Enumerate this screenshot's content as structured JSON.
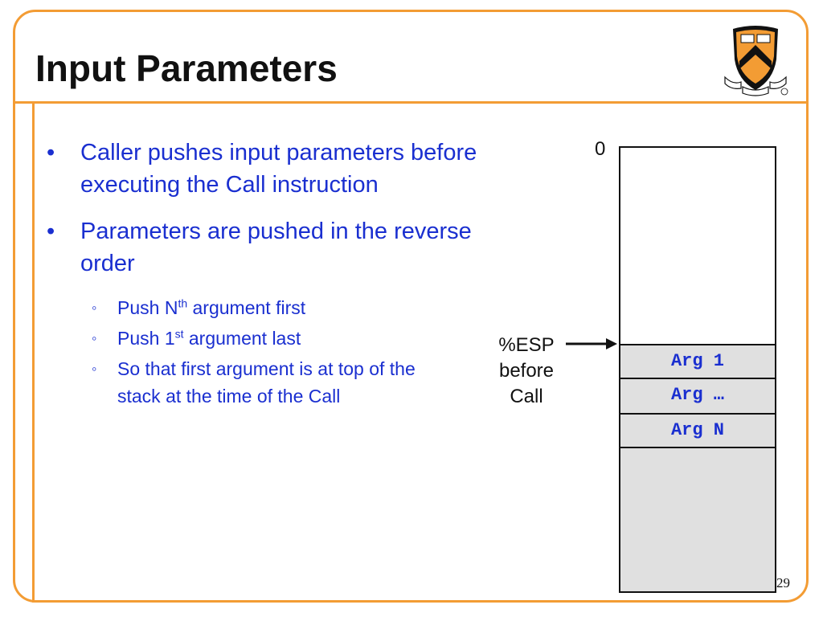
{
  "slide": {
    "title": "Input Parameters",
    "page_number": "29"
  },
  "bullets": [
    {
      "text": "Caller pushes input parameters before executing the Call instruction"
    },
    {
      "text": "Parameters are pushed in the reverse order"
    }
  ],
  "sub_bullets": [
    {
      "pre": "Push N",
      "sup": "th",
      "post": " argument first"
    },
    {
      "pre": "Push 1",
      "sup": "st",
      "post": " argument last"
    },
    {
      "pre": "So that first argument is at top of the stack at the time of the Call",
      "sup": "",
      "post": ""
    }
  ],
  "diagram": {
    "top_address_label": "0",
    "pointer_label": "%ESP before Call",
    "cells": [
      "Arg 1",
      "Arg …",
      "Arg N"
    ]
  },
  "colors": {
    "accent": "#f39c34",
    "bullet_text": "#1a2fd0",
    "stack_fill": "#e0e0e0"
  },
  "icons": {
    "logo": "princeton-shield-icon"
  }
}
